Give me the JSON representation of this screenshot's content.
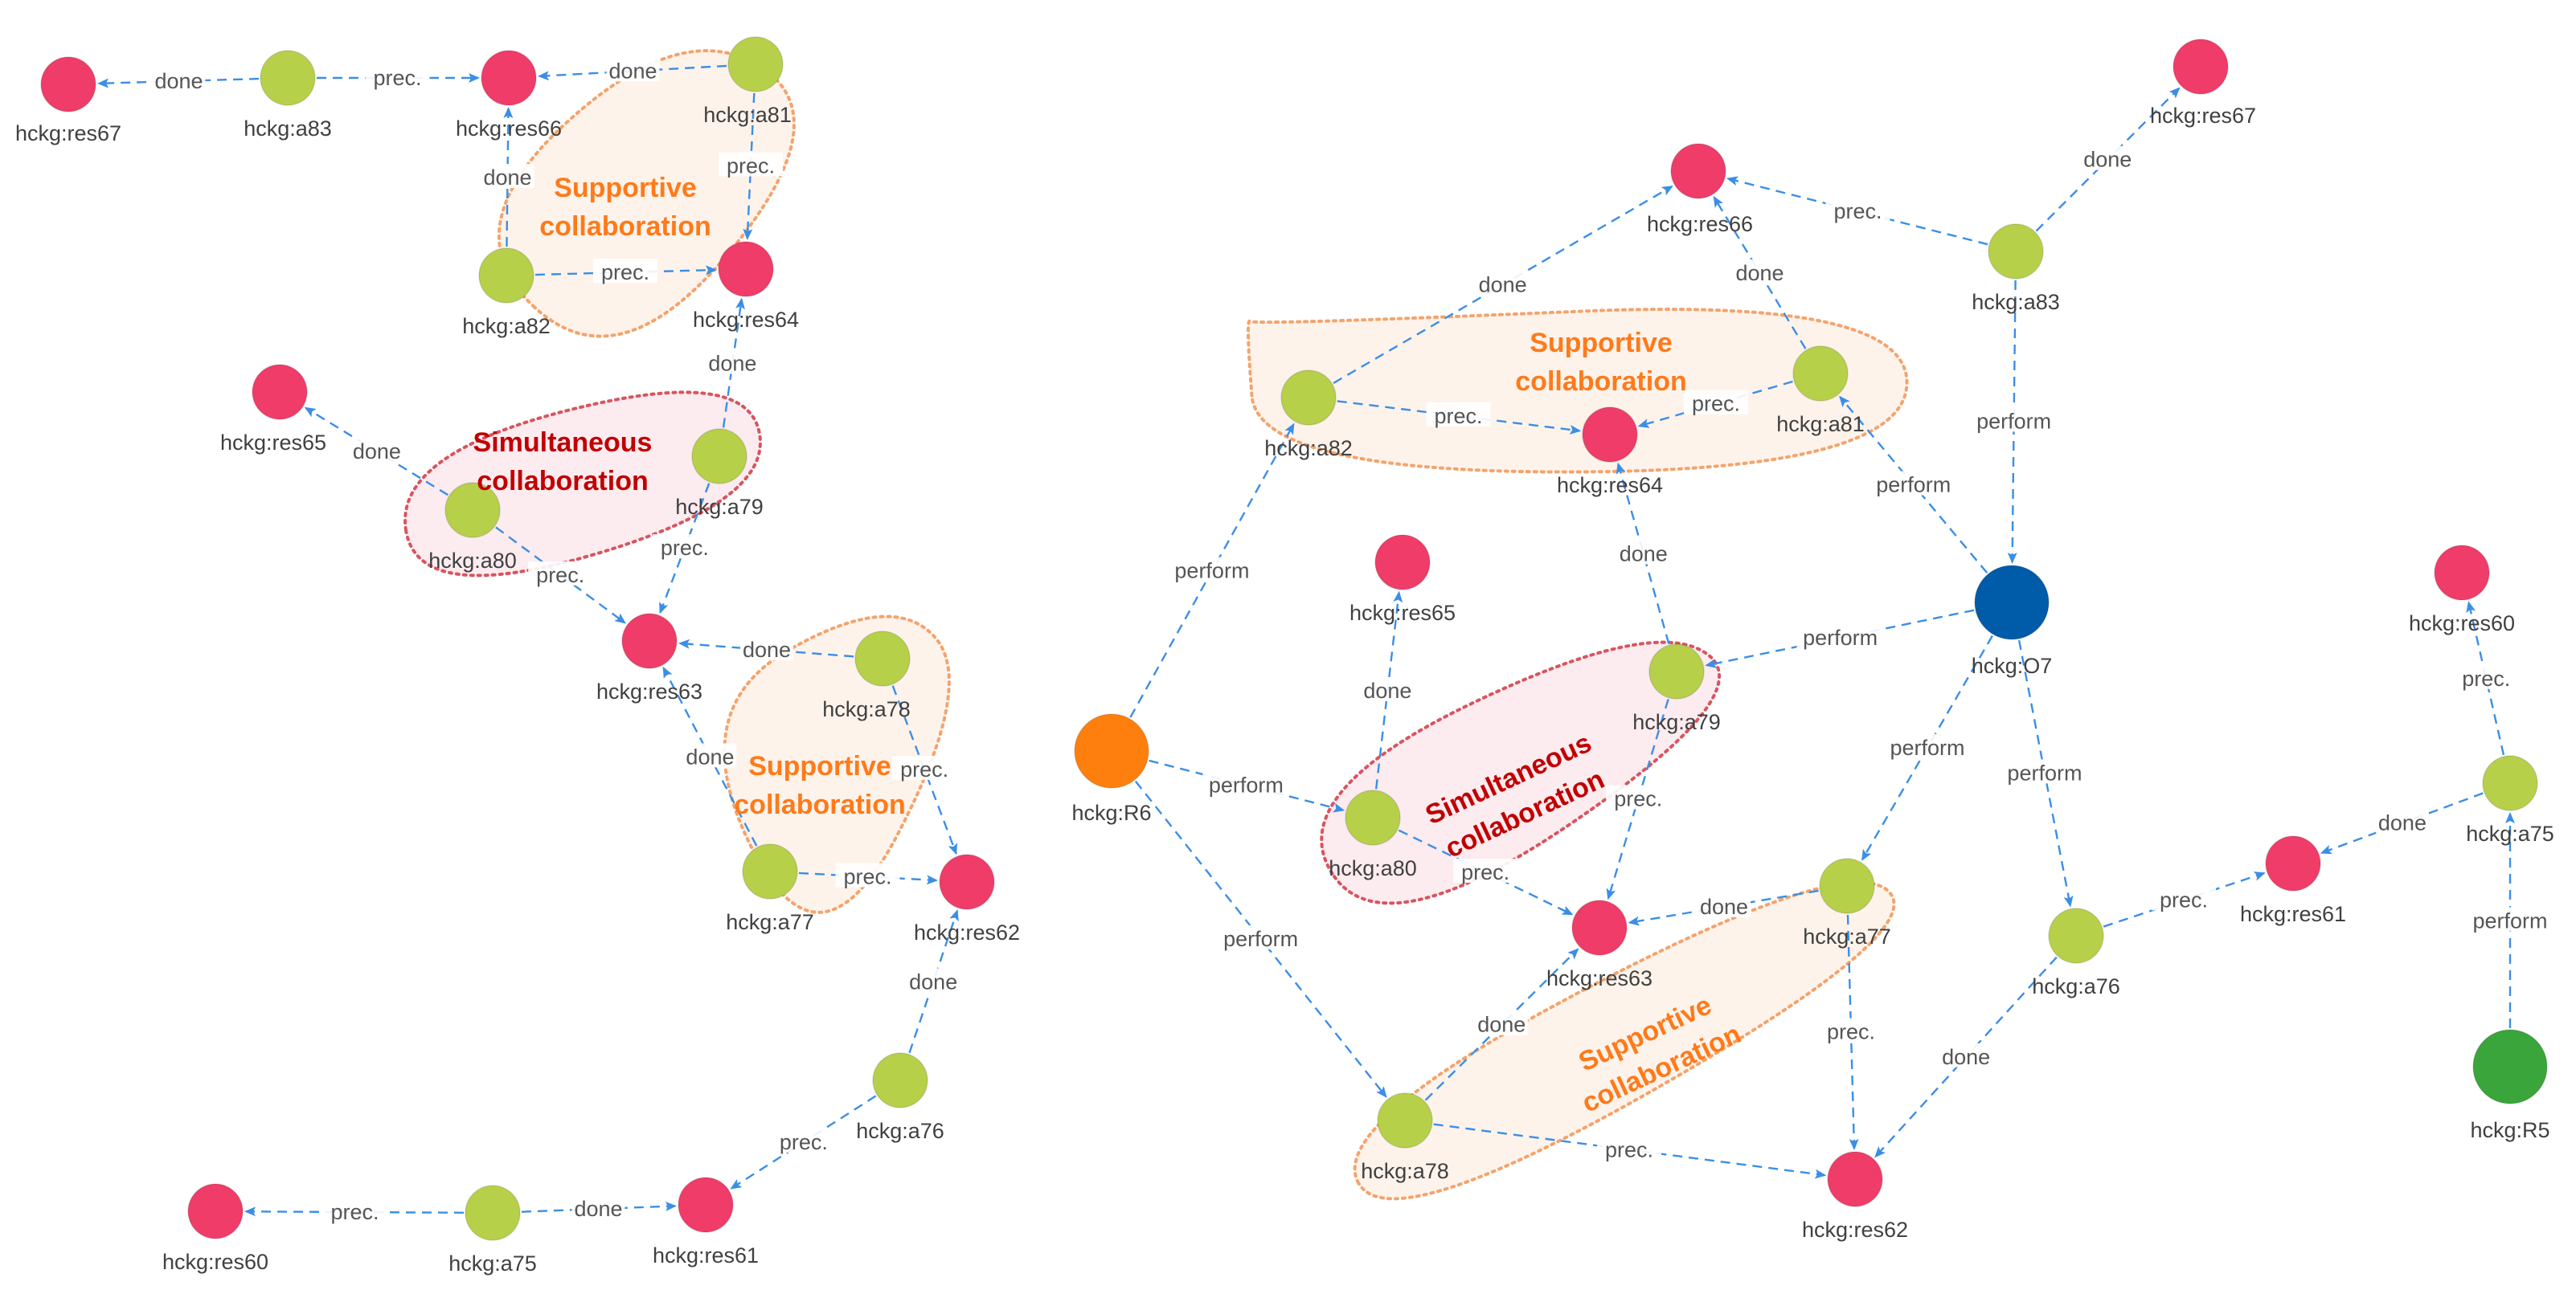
{
  "colors": {
    "agent": "#b6d04a",
    "resource": "#f03c68",
    "person": "#ff7f0e",
    "organization": "#005ba8",
    "robot": "#3aa53a",
    "edge": "#3b8ee6",
    "supportive_text": "#ff7a1a",
    "simultaneous_text": "#c00000",
    "supportive_border": "#f5a36b",
    "supportive_fill": "#fdf1e8",
    "simultaneous_border": "#d9545f",
    "simultaneous_fill": "#fbe8ec"
  },
  "edge_labels": {
    "done": "done",
    "prec": "prec.",
    "perform": "perform"
  },
  "left_graph": {
    "nodes": [
      {
        "id": "L_res67",
        "label": "hckg:res67",
        "type": "resource"
      },
      {
        "id": "L_a83",
        "label": "hckg:a83",
        "type": "agent"
      },
      {
        "id": "L_res66",
        "label": "hckg:res66",
        "type": "resource"
      },
      {
        "id": "L_a81",
        "label": "hckg:a81",
        "type": "agent"
      },
      {
        "id": "L_a82",
        "label": "hckg:a82",
        "type": "agent"
      },
      {
        "id": "L_res64",
        "label": "hckg:res64",
        "type": "resource"
      },
      {
        "id": "L_res65",
        "label": "hckg:res65",
        "type": "resource"
      },
      {
        "id": "L_a80",
        "label": "hckg:a80",
        "type": "agent"
      },
      {
        "id": "L_a79",
        "label": "hckg:a79",
        "type": "agent"
      },
      {
        "id": "L_res63",
        "label": "hckg:res63",
        "type": "resource"
      },
      {
        "id": "L_a78",
        "label": "hckg:a78",
        "type": "agent"
      },
      {
        "id": "L_a77",
        "label": "hckg:a77",
        "type": "agent"
      },
      {
        "id": "L_res62",
        "label": "hckg:res62",
        "type": "resource"
      },
      {
        "id": "L_a76",
        "label": "hckg:a76",
        "type": "agent"
      },
      {
        "id": "L_res60",
        "label": "hckg:res60",
        "type": "resource"
      },
      {
        "id": "L_a75",
        "label": "hckg:a75",
        "type": "agent"
      },
      {
        "id": "L_res61",
        "label": "hckg:res61",
        "type": "resource"
      }
    ],
    "edges": [
      {
        "from": "L_a83",
        "to": "L_res67",
        "label": "done"
      },
      {
        "from": "L_a83",
        "to": "L_res66",
        "label": "prec"
      },
      {
        "from": "L_a81",
        "to": "L_res66",
        "label": "done"
      },
      {
        "from": "L_a82",
        "to": "L_res66",
        "label": "done"
      },
      {
        "from": "L_a81",
        "to": "L_res64",
        "label": "prec"
      },
      {
        "from": "L_a82",
        "to": "L_res64",
        "label": "prec"
      },
      {
        "from": "L_a79",
        "to": "L_res64",
        "label": "done"
      },
      {
        "from": "L_a80",
        "to": "L_res65",
        "label": "done"
      },
      {
        "from": "L_a80",
        "to": "L_res63",
        "label": "prec"
      },
      {
        "from": "L_a79",
        "to": "L_res63",
        "label": "prec"
      },
      {
        "from": "L_a78",
        "to": "L_res63",
        "label": "done"
      },
      {
        "from": "L_a77",
        "to": "L_res63",
        "label": "done"
      },
      {
        "from": "L_a78",
        "to": "L_res62",
        "label": "prec"
      },
      {
        "from": "L_a77",
        "to": "L_res62",
        "label": "prec"
      },
      {
        "from": "L_a76",
        "to": "L_res62",
        "label": "done"
      },
      {
        "from": "L_a76",
        "to": "L_res61",
        "label": "prec"
      },
      {
        "from": "L_a75",
        "to": "L_res61",
        "label": "done"
      },
      {
        "from": "L_a75",
        "to": "L_res60",
        "label": "prec"
      }
    ],
    "groups": [
      {
        "type": "supportive",
        "label_lines": [
          "Supportive",
          "collaboration"
        ]
      },
      {
        "type": "simultaneous",
        "label_lines": [
          "Simultaneous",
          "collaboration"
        ]
      },
      {
        "type": "supportive",
        "label_lines": [
          "Supportive",
          "collaboration"
        ]
      }
    ]
  },
  "right_graph": {
    "nodes": [
      {
        "id": "R_res66",
        "label": "hckg:res66",
        "type": "resource"
      },
      {
        "id": "R_res67",
        "label": "hckg:res67",
        "type": "resource"
      },
      {
        "id": "R_a83",
        "label": "hckg:a83",
        "type": "agent"
      },
      {
        "id": "R_a82",
        "label": "hckg:a82",
        "type": "agent"
      },
      {
        "id": "R_res64",
        "label": "hckg:res64",
        "type": "resource"
      },
      {
        "id": "R_a81",
        "label": "hckg:a81",
        "type": "agent"
      },
      {
        "id": "R_O7",
        "label": "hckg:O7",
        "type": "organization"
      },
      {
        "id": "R_res65",
        "label": "hckg:res65",
        "type": "resource"
      },
      {
        "id": "R_R6",
        "label": "hckg:R6",
        "type": "person"
      },
      {
        "id": "R_a79",
        "label": "hckg:a79",
        "type": "agent"
      },
      {
        "id": "R_a80",
        "label": "hckg:a80",
        "type": "agent"
      },
      {
        "id": "R_res63",
        "label": "hckg:res63",
        "type": "resource"
      },
      {
        "id": "R_a77",
        "label": "hckg:a77",
        "type": "agent"
      },
      {
        "id": "R_a76",
        "label": "hckg:a76",
        "type": "agent"
      },
      {
        "id": "R_res61",
        "label": "hckg:res61",
        "type": "resource"
      },
      {
        "id": "R_a78",
        "label": "hckg:a78",
        "type": "agent"
      },
      {
        "id": "R_res62",
        "label": "hckg:res62",
        "type": "resource"
      },
      {
        "id": "R_res60",
        "label": "hckg:res60",
        "type": "resource"
      },
      {
        "id": "R_a75",
        "label": "hckg:a75",
        "type": "agent"
      },
      {
        "id": "R_R5",
        "label": "hckg:R5",
        "type": "robot"
      }
    ],
    "edges": [
      {
        "from": "R_a83",
        "to": "R_res66",
        "label": "prec"
      },
      {
        "from": "R_a83",
        "to": "R_res67",
        "label": "done"
      },
      {
        "from": "R_a82",
        "to": "R_res66",
        "label": "done"
      },
      {
        "from": "R_a81",
        "to": "R_res66",
        "label": "done"
      },
      {
        "from": "R_a82",
        "to": "R_res64",
        "label": "prec"
      },
      {
        "from": "R_a81",
        "to": "R_res64",
        "label": "prec"
      },
      {
        "from": "R_a83",
        "to": "R_O7",
        "label": "perform"
      },
      {
        "from": "R_O7",
        "to": "R_a81",
        "label": "perform"
      },
      {
        "from": "R_R6",
        "to": "R_a82",
        "label": "perform"
      },
      {
        "from": "R_a79",
        "to": "R_res64",
        "label": "done"
      },
      {
        "from": "R_a80",
        "to": "R_res65",
        "label": "done"
      },
      {
        "from": "R_O7",
        "to": "R_a79",
        "label": "perform"
      },
      {
        "from": "R_R6",
        "to": "R_a80",
        "label": "perform"
      },
      {
        "from": "R_R6",
        "to": "R_a78",
        "label": "perform"
      },
      {
        "from": "R_a80",
        "to": "R_res63",
        "label": "prec"
      },
      {
        "from": "R_a79",
        "to": "R_res63",
        "label": "prec"
      },
      {
        "from": "R_a77",
        "to": "R_res63",
        "label": "done"
      },
      {
        "from": "R_O7",
        "to": "R_a77",
        "label": "perform"
      },
      {
        "from": "R_O7",
        "to": "R_a76",
        "label": "perform"
      },
      {
        "from": "R_a76",
        "to": "R_res61",
        "label": "prec"
      },
      {
        "from": "R_a78",
        "to": "R_res63",
        "label": "done"
      },
      {
        "from": "R_a77",
        "to": "R_res62",
        "label": "prec"
      },
      {
        "from": "R_a78",
        "to": "R_res62",
        "label": "prec"
      },
      {
        "from": "R_a76",
        "to": "R_res62",
        "label": "done"
      },
      {
        "from": "R_a75",
        "to": "R_res61",
        "label": "done"
      },
      {
        "from": "R_a75",
        "to": "R_res60",
        "label": "prec"
      },
      {
        "from": "R_R5",
        "to": "R_a75",
        "label": "perform"
      }
    ],
    "groups": [
      {
        "type": "supportive",
        "label_lines": [
          "Supportive",
          "collaboration"
        ]
      },
      {
        "type": "simultaneous",
        "label_lines": [
          "Simultaneous",
          "collaboration"
        ]
      },
      {
        "type": "supportive",
        "label_lines": [
          "Supportive",
          "collaboration"
        ]
      }
    ]
  }
}
